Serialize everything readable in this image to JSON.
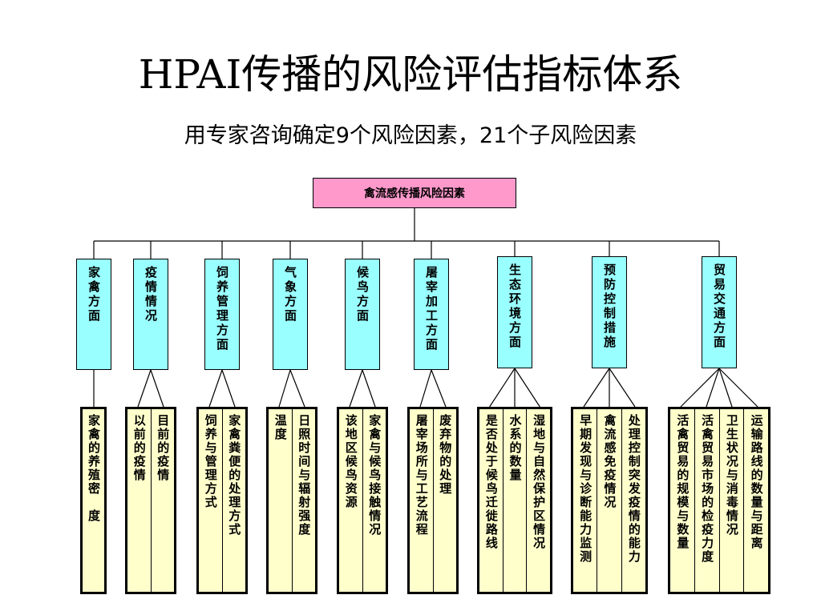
{
  "title": "HPAI传播的风险评估指标体系",
  "subtitle": "用专家咨询确定9个风险因素，21个子风险因素",
  "root": "禽流感传播风险因素",
  "categories": [
    {
      "label": "家禽方面",
      "subs": [
        "家禽的养殖密　度"
      ]
    },
    {
      "label": "疫情情况",
      "subs": [
        "以前的疫情",
        "目前的疫情"
      ]
    },
    {
      "label": "饲养管理方面",
      "subs": [
        "饲养与管理方式",
        "家禽粪便的处理方式"
      ]
    },
    {
      "label": "气象方面",
      "subs": [
        "温度",
        "日照时间与辐射强度"
      ]
    },
    {
      "label": "候鸟方面",
      "subs": [
        "该地区候鸟资源",
        "家禽与候鸟接触情况"
      ]
    },
    {
      "label": "屠宰加工方面",
      "subs": [
        "屠宰场所与工艺流程",
        "废弃物的处理"
      ]
    },
    {
      "label": "生态环境方面",
      "subs": [
        "是否处于候鸟迁徙路线",
        "水系的数量",
        "湿地与自然保护区情况"
      ]
    },
    {
      "label": "预防控制措施",
      "subs": [
        "早期发现与诊断能力监测",
        "禽流感免疫情况",
        "处理控制突发疫情的能力"
      ]
    },
    {
      "label": "贸易交通方面",
      "subs": [
        "活禽贸易的规模与数量",
        "活禽贸易市场的检疫力度",
        "卫生状况与消毒情况",
        "运输路线的数量与距离"
      ]
    }
  ]
}
